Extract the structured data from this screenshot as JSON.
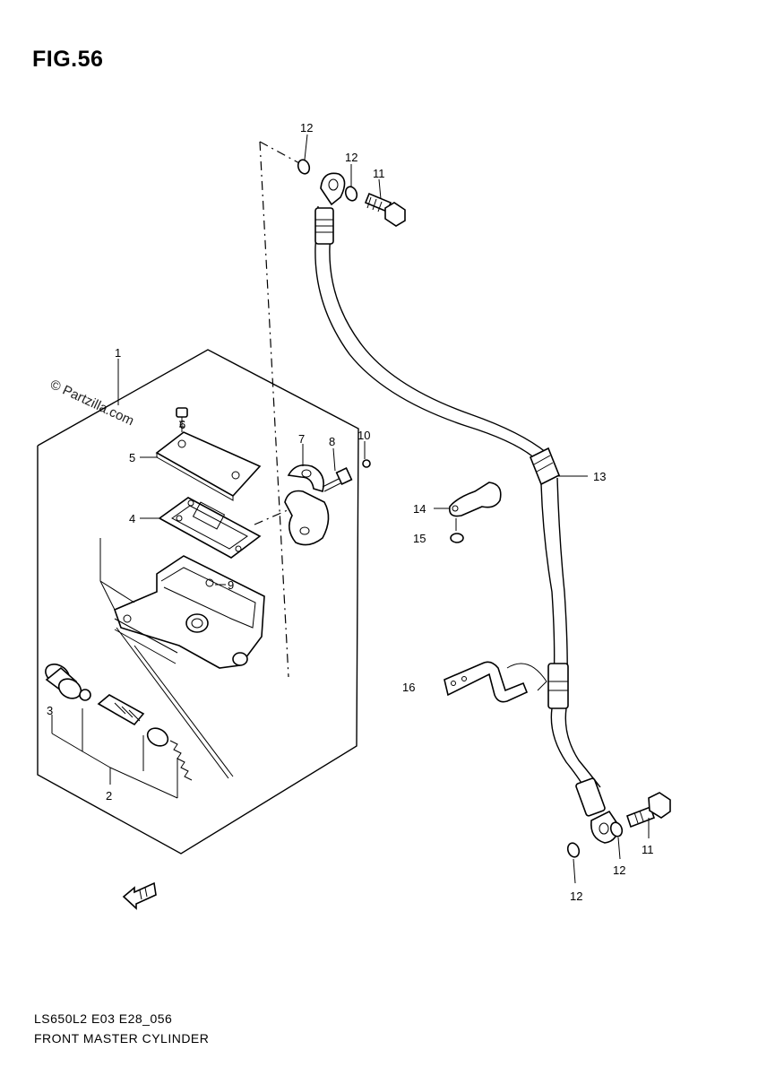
{
  "figure": {
    "title": "FIG.56"
  },
  "footer": {
    "code": "LS650L2 E03 E28_056",
    "name": "FRONT MASTER CYLINDER"
  },
  "watermark": "© Partzilla.com",
  "callouts": {
    "p1": "1",
    "p2": "2",
    "p3": "3",
    "p4": "4",
    "p5": "5",
    "p6": "6",
    "p7": "7",
    "p8": "8",
    "p9": "9",
    "p10": "10",
    "p11a": "11",
    "p11b": "11",
    "p12a": "12",
    "p12b": "12",
    "p12c": "12",
    "p12d": "12",
    "p13": "13",
    "p14": "14",
    "p15": "15",
    "p16": "16"
  }
}
